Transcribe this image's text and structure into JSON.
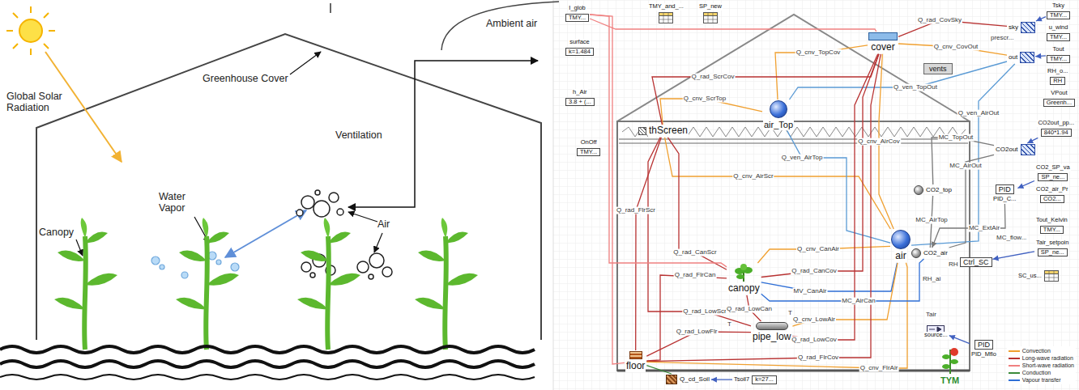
{
  "diagram": {
    "nodes": [
      {
        "text": [
          "cover"
        ]
      },
      {
        "text": [
          "air_Top"
        ]
      },
      {
        "text": [
          "thScreen"
        ]
      },
      {
        "text": [
          "air"
        ]
      },
      {
        "text": [
          "canopy"
        ]
      },
      {
        "text": [
          "pipe_low"
        ]
      },
      {
        "text": [
          "floor"
        ]
      },
      {
        "text": [
          "CO2_top"
        ]
      },
      {
        "text": [
          "CO2_air"
        ]
      },
      {
        "text": [
          "vents"
        ]
      },
      {
        "text": [
          "sky"
        ]
      },
      {
        "text": [
          "out"
        ]
      },
      {
        "text": [
          "CO2out"
        ]
      },
      {
        "text": [
          "PID",
          "PID_C..."
        ]
      },
      {
        "text": [
          "Ctrl_SC"
        ]
      },
      {
        "text": [
          "PID",
          "PID_Mflo"
        ]
      },
      {
        "text": [
          "TYM"
        ]
      },
      {
        "text": [
          "Q_cd_Soil"
        ]
      },
      {
        "text": [
          "I_glob",
          "TMY..."
        ]
      },
      {
        "text": [
          "TMY_and_..."
        ]
      },
      {
        "text": [
          "SP_new"
        ]
      },
      {
        "text": [
          "surface",
          "k=1.484"
        ]
      },
      {
        "text": [
          "h_Air",
          "3.8 + (..."
        ]
      },
      {
        "text": [
          "OnOff",
          "TMY..."
        ]
      },
      {
        "text": [
          "Tsky",
          "TMY..."
        ]
      },
      {
        "text": [
          "u_wind",
          "TMY..."
        ]
      },
      {
        "text": [
          "Tout",
          "TMY..."
        ]
      },
      {
        "text": [
          "RH_o...",
          "RH"
        ]
      },
      {
        "text": [
          "VPout",
          "Greenh..."
        ]
      },
      {
        "text": [
          "CO2out_pp...",
          "840*1.94"
        ]
      },
      {
        "text": [
          "CO2_SP_va",
          "SP_ne..."
        ]
      },
      {
        "text": [
          "CO2_air_Pr",
          "CO2..."
        ]
      },
      {
        "text": [
          "Tout_Kelvin",
          "TMY..."
        ]
      },
      {
        "text": [
          "Tair_setpoin",
          "SP_ne..."
        ]
      },
      {
        "text": [
          "SC_us..."
        ]
      },
      {
        "text": [
          "source..."
        ]
      },
      {
        "text": [
          "Tsoil7",
          "k=27..."
        ]
      }
    ],
    "edges": [
      {
        "from": 0,
        "to": 10,
        "arrow": "none",
        "label": "Q_rad_CovSky"
      },
      {
        "from": 0,
        "to": 11,
        "arrow": "none",
        "label": "Q_cnv_CovOut"
      },
      {
        "from": 1,
        "to": 0,
        "arrow": "none",
        "label": "Q_cnv_TopCov"
      },
      {
        "from": 2,
        "to": 1,
        "arrow": "none",
        "label": "Q_cnv_ScrTop"
      },
      {
        "from": 2,
        "to": 0,
        "arrow": "none",
        "label": "Q_rad_ScrCov"
      },
      {
        "from": 1,
        "to": 11,
        "arrow": "none",
        "label": "Q_ven_TopOut"
      },
      {
        "from": 3,
        "to": 11,
        "arrow": "none",
        "label": "Q_ven_AirOut"
      },
      {
        "from": 3,
        "to": 0,
        "arrow": "none",
        "label": "Q_cnv_AirCov"
      },
      {
        "from": 3,
        "to": 2,
        "arrow": "none",
        "label": "Q_cnv_AirScr"
      },
      {
        "from": 3,
        "to": 1,
        "arrow": "none",
        "label": "Q_ven_AirTop"
      },
      {
        "from": 4,
        "to": 3,
        "arrow": "none",
        "label": "Q_cnv_CanAir"
      },
      {
        "from": 4,
        "to": 0,
        "arrow": "none",
        "label": "Q_rad_CanCov"
      },
      {
        "from": 4,
        "to": 2,
        "arrow": "none",
        "label": "Q_rad_CanScr"
      },
      {
        "from": 6,
        "to": 4,
        "arrow": "none",
        "label": "Q_rad_FlrCan"
      },
      {
        "from": 4,
        "to": 3,
        "arrow": "none",
        "label": "MV_CanAir"
      },
      {
        "from": 5,
        "to": 2,
        "arrow": "none",
        "label": "Q_rad_LowScr"
      },
      {
        "from": 5,
        "to": 6,
        "arrow": "none",
        "label": "Q_rad_LowFlr"
      },
      {
        "from": 5,
        "to": 3,
        "arrow": "none",
        "label": "Q_cnv_LowAir"
      },
      {
        "from": 5,
        "to": 0,
        "arrow": "none",
        "label": "Q_rad_LowCov"
      },
      {
        "from": 5,
        "to": 4,
        "arrow": "none",
        "label": "Q_rad_LowCan"
      },
      {
        "from": 6,
        "to": 2,
        "arrow": "none",
        "label": "Q_rad_FlrScr"
      },
      {
        "from": 6,
        "to": 0,
        "arrow": "none",
        "label": "Q_rad_FlrCov"
      },
      {
        "from": 6,
        "to": 3,
        "arrow": "none",
        "label": "Q_cnv_FlrAir"
      },
      {
        "from": 6,
        "to": 17,
        "arrow": "none"
      },
      {
        "from": 7,
        "to": 12,
        "arrow": "none",
        "label": "MC_TopOut"
      },
      {
        "from": 8,
        "to": 12,
        "arrow": "none",
        "label": "MC_AirOut"
      },
      {
        "from": 8,
        "to": 7,
        "arrow": "none",
        "label": "MC_AirTop"
      },
      {
        "from": 13,
        "to": 8,
        "arrow": "to",
        "label": "MC_ExtAir"
      },
      {
        "from": 4,
        "to": 8,
        "arrow": "none",
        "label": "MC_AirCan"
      },
      {
        "from": 18,
        "to": 0,
        "arrow": "none"
      },
      {
        "from": 18,
        "to": 4,
        "arrow": "none"
      },
      {
        "from": 18,
        "to": 6,
        "arrow": "none"
      },
      {
        "from": 24,
        "to": 10,
        "arrow": "to"
      },
      {
        "from": 26,
        "to": 11,
        "arrow": "to"
      },
      {
        "from": 29,
        "to": 12,
        "arrow": "to"
      },
      {
        "from": 30,
        "to": 13,
        "arrow": "to"
      },
      {
        "from": 33,
        "to": 14,
        "arrow": "to"
      },
      {
        "from": 15,
        "to": 35,
        "arrow": "to"
      },
      {
        "from": 36,
        "to": 17,
        "arrow": "to"
      }
    ],
    "labels": [
      "Global Solar Radiation",
      "Greenhouse Cover",
      "Ambient air",
      "Ventilation",
      "Water Vapor",
      "Air",
      "Canopy",
      "prescr...",
      "MC_flow...",
      "RH_ai",
      "RH",
      "Tair",
      "T",
      "T"
    ],
    "legend": [
      {
        "text": "Convection",
        "color": "#f0a030"
      },
      {
        "text": "Long-wave radiation",
        "color": "#b83232"
      },
      {
        "text": "Short-wave radiation",
        "color": "#f08080"
      },
      {
        "text": "Conduction",
        "color": "#3a8a3a"
      },
      {
        "text": "Vapour transfer",
        "color": "#2f6fd6"
      }
    ]
  }
}
